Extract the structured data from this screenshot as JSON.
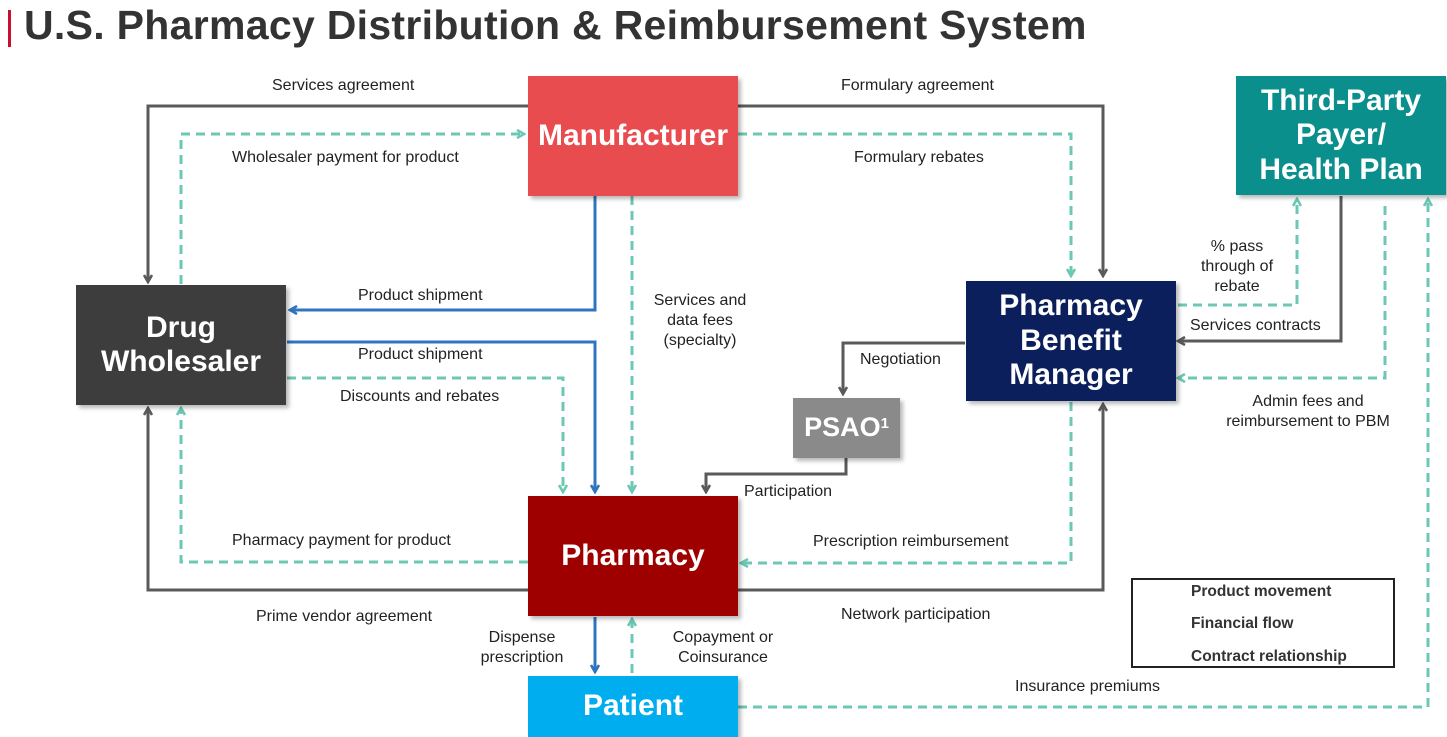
{
  "title": "U.S. Pharmacy Distribution & Reimbursement System",
  "colors": {
    "product": "#2f74c0",
    "financial": "#6cc7b4",
    "contract": "#5a5a5a",
    "manufacturer": "#e84c4f",
    "wholesaler": "#3d3d3d",
    "pharmacy": "#9e0000",
    "pbm": "#0b1f5c",
    "third_party": "#0b8f8c",
    "psao": "#8a8a8a",
    "patient": "#00aeef"
  },
  "nodes": {
    "manufacturer": "Manufacturer",
    "wholesaler": "Drug Wholesaler",
    "pharmacy": "Pharmacy",
    "pbm": "Pharmacy Benefit Manager",
    "third_party": "Third-Party Payer/ Health Plan",
    "psao": "PSAO",
    "psao_sup": "1",
    "patient": "Patient"
  },
  "edges": {
    "services_agreement": "Services agreement",
    "wholesaler_payment": "Wholesaler payment for product",
    "formulary_agreement": "Formulary agreement",
    "formulary_rebates": "Formulary rebates",
    "product_shipment_1": "Product shipment",
    "product_shipment_2": "Product shipment",
    "discounts_rebates": "Discounts and rebates",
    "services_data_fees": "Services and data fees (specialty)",
    "pass_through": "% pass through of rebate",
    "services_contracts": "Services contracts",
    "negotiation": "Negotiation",
    "admin_fees": "Admin fees and reimbursement to PBM",
    "participation": "Participation",
    "pharmacy_payment": "Pharmacy payment for product",
    "prescription_reimbursement": "Prescription reimbursement",
    "prime_vendor": "Prime vendor agreement",
    "network_participation": "Network participation",
    "dispense": "Dispense prescription",
    "copayment": "Copayment or Coinsurance",
    "insurance_premiums": "Insurance premiums"
  },
  "legend": {
    "product": "Product movement",
    "financial": "Financial flow",
    "contract": "Contract relationship"
  }
}
